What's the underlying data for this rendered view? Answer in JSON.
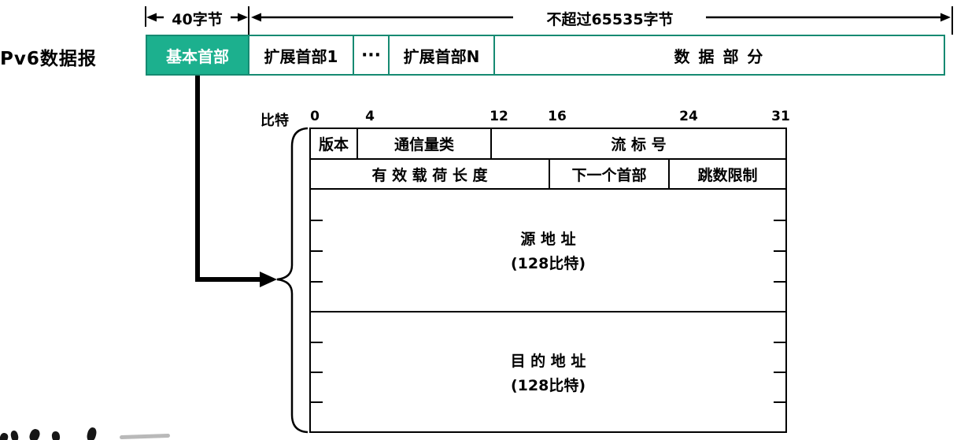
{
  "diagram": {
    "title_label": "Pv6数据报",
    "measures": {
      "basic_header_bytes": "40字节",
      "rest_bytes": "不超过65535字节"
    },
    "packet_row": {
      "basic_header": "基本首部",
      "ext_header_1": "扩展首部1",
      "ellipsis": "···",
      "ext_header_n": "扩展首部N",
      "data_part": "数 据 部 分"
    },
    "ruler": {
      "label": "比特",
      "ticks": [
        "0",
        "4",
        "12",
        "16",
        "24",
        "31"
      ]
    },
    "header_table": {
      "row1": [
        {
          "label": "版本"
        },
        {
          "label": "通信量类"
        },
        {
          "label": "流 标 号"
        }
      ],
      "row2": [
        {
          "label": "有 效 载 荷 长 度"
        },
        {
          "label": "下一个首部"
        },
        {
          "label": "跳数限制"
        }
      ],
      "source_address": {
        "label": "源 地 址",
        "sublabel": "(128比特)"
      },
      "destination_address": {
        "label": "目 的 地 址",
        "sublabel": "(128比特)"
      }
    },
    "colors": {
      "green_fill": "#1cb08e",
      "green_border": "#168a72",
      "line_black": "#000000"
    }
  }
}
